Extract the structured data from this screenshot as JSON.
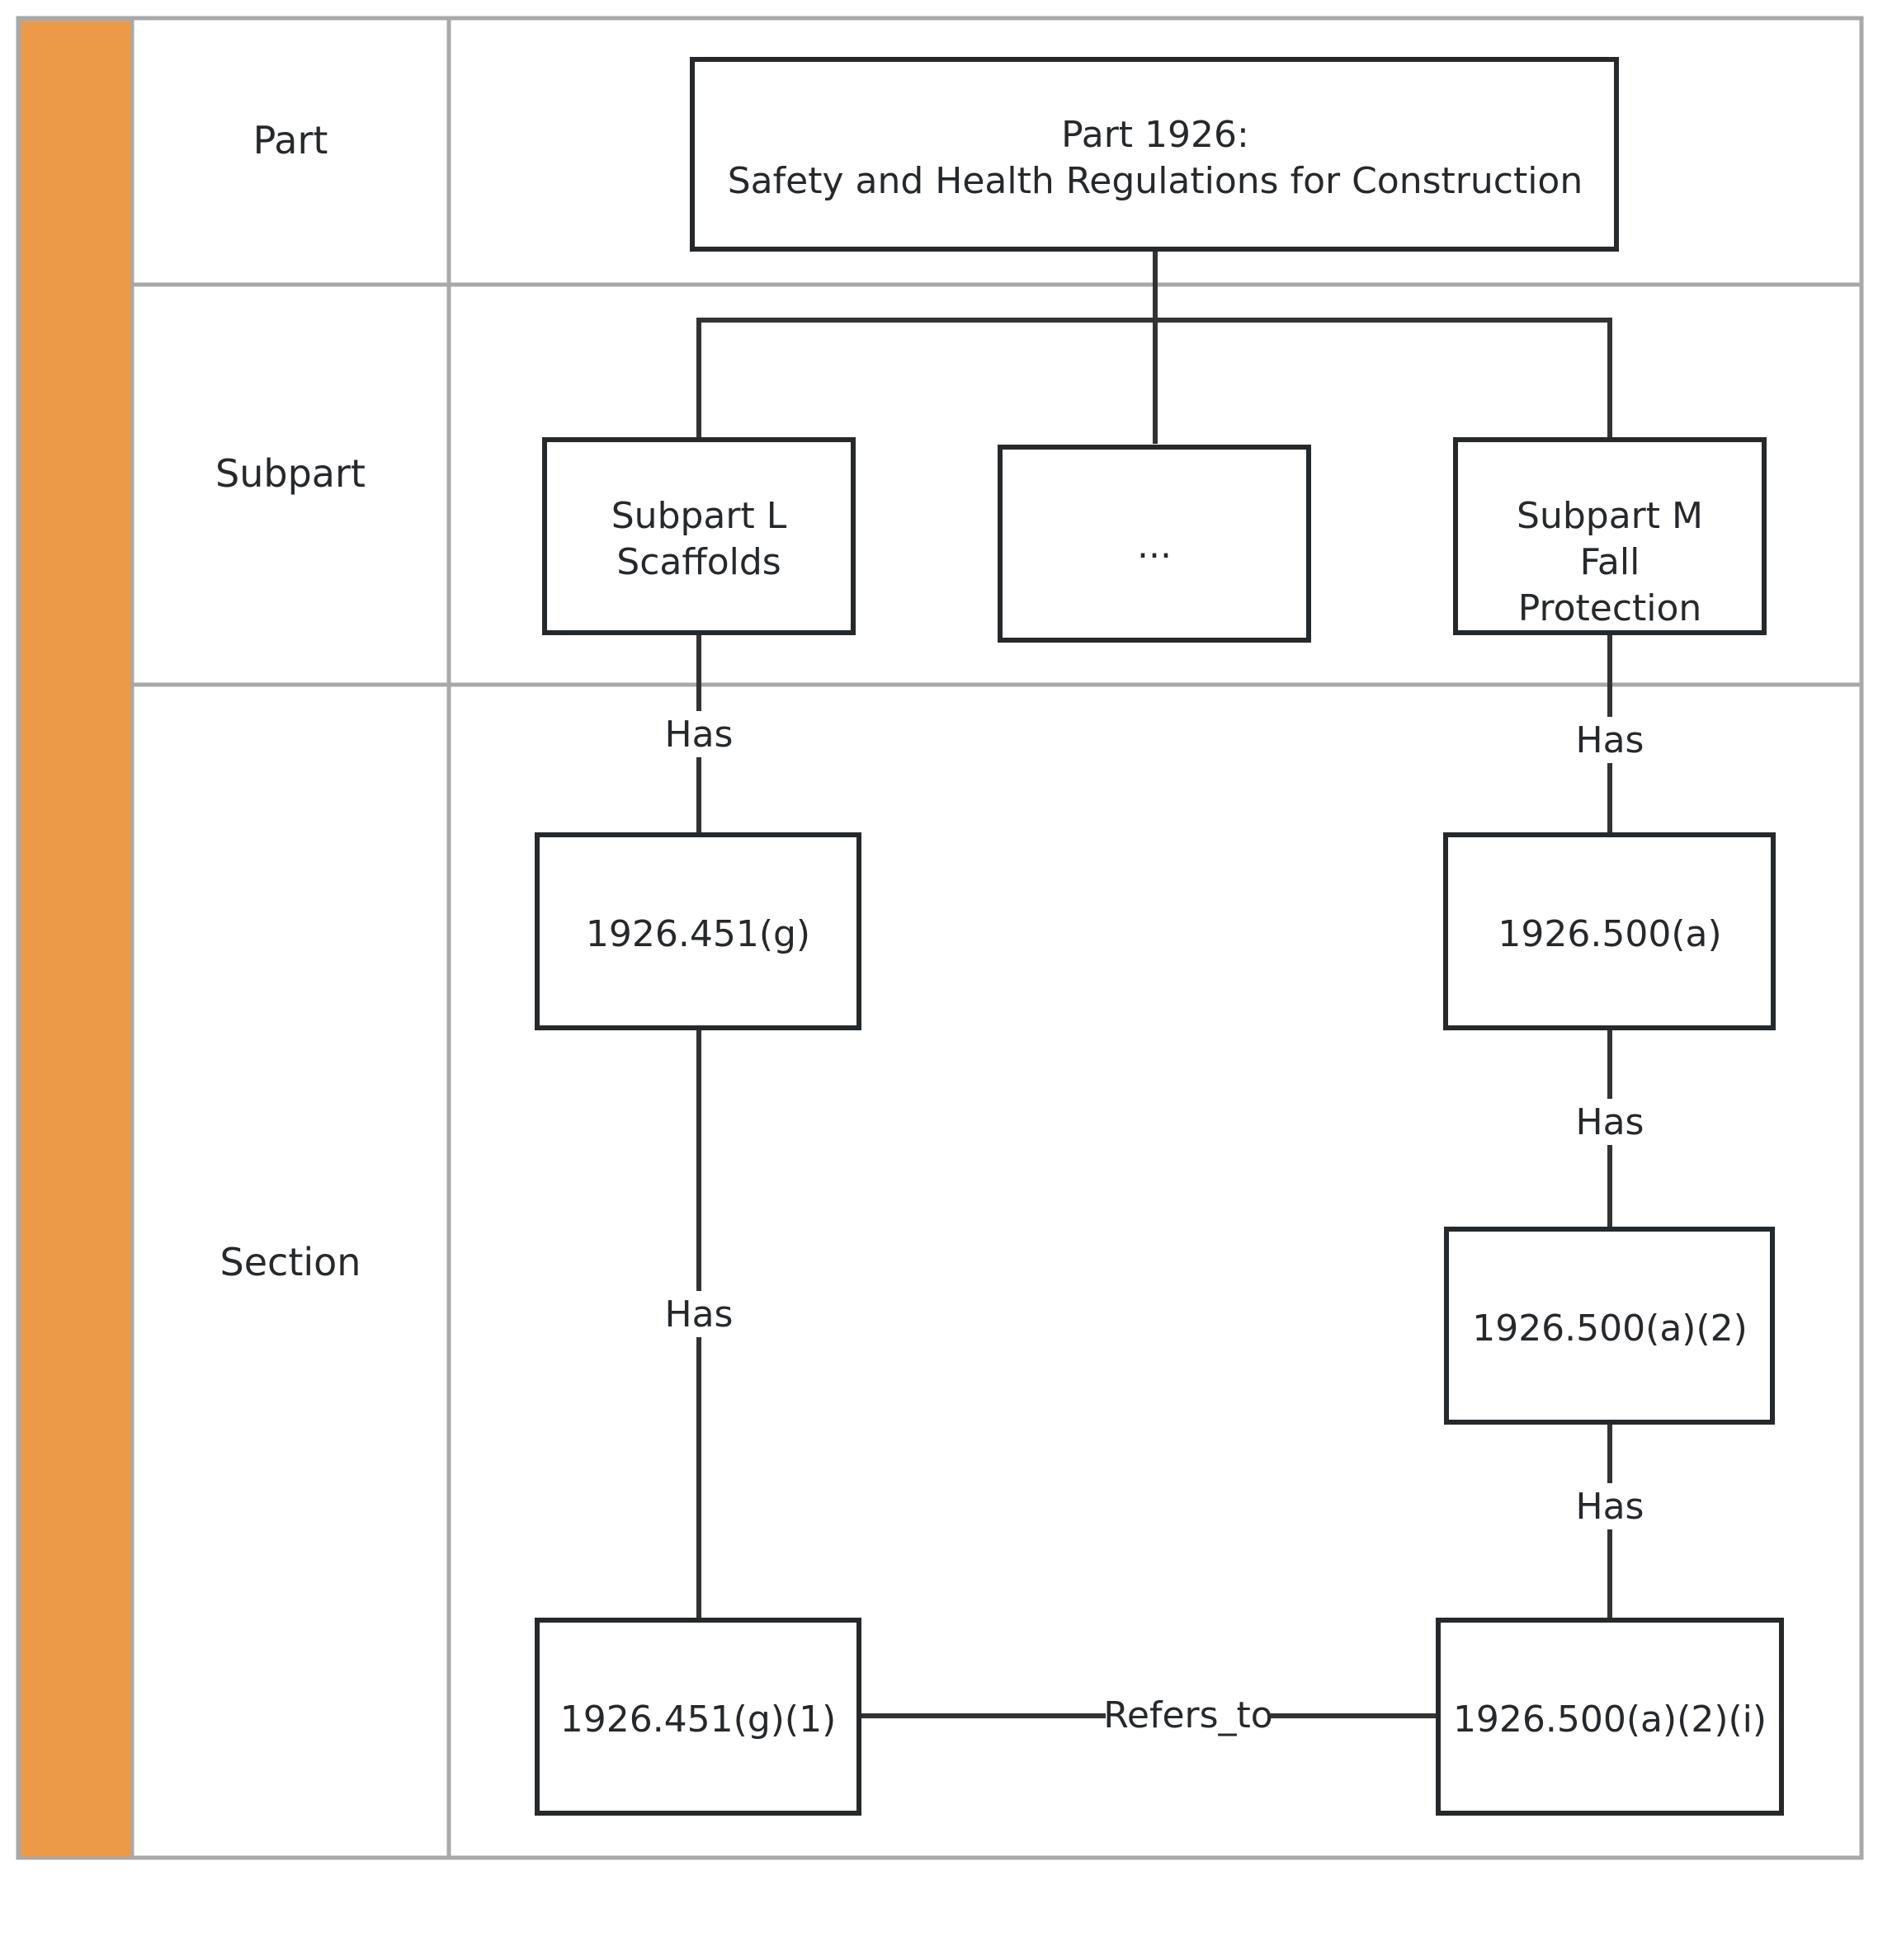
{
  "lanes": [
    {
      "label": "Part"
    },
    {
      "label": "Subpart"
    },
    {
      "label": "Section"
    }
  ],
  "nodes": {
    "part": {
      "line1": "Part 1926:",
      "line2": "Safety and Health Regulations for Construction"
    },
    "subpart_l": {
      "line1": "Subpart L",
      "line2": "Scaffolds"
    },
    "subpart_more": {
      "line1": "..."
    },
    "subpart_m": {
      "line1": "Subpart M",
      "line2": "Fall",
      "line3": "Protection"
    },
    "s451g": {
      "label": "1926.451(g)"
    },
    "s451g1": {
      "label": "1926.451(g)(1)"
    },
    "s500a": {
      "label": "1926.500(a)"
    },
    "s500a2": {
      "label": "1926.500(a)(2)"
    },
    "s500a2i": {
      "label": "1926.500(a)(2)(i)"
    }
  },
  "edges": {
    "has": "Has",
    "refers_to": "Refers_to"
  },
  "colors": {
    "band": "#ec9a47",
    "grid": "#a8a8a8",
    "stroke": "#26292c"
  }
}
